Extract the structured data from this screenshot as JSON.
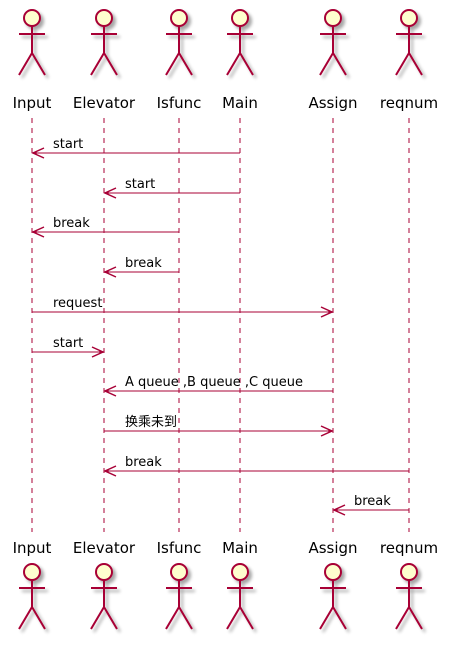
{
  "diagram": {
    "type": "sequence",
    "participants": [
      {
        "id": "input",
        "label": "Input"
      },
      {
        "id": "elevator",
        "label": "Elevator"
      },
      {
        "id": "isfunc",
        "label": "Isfunc"
      },
      {
        "id": "main",
        "label": "Main"
      },
      {
        "id": "assign",
        "label": "Assign"
      },
      {
        "id": "reqnum",
        "label": "reqnum"
      }
    ],
    "messages": [
      {
        "from": "main",
        "to": "input",
        "label": "start"
      },
      {
        "from": "main",
        "to": "elevator",
        "label": "start"
      },
      {
        "from": "isfunc",
        "to": "input",
        "label": "break"
      },
      {
        "from": "isfunc",
        "to": "elevator",
        "label": "break"
      },
      {
        "from": "input",
        "to": "assign",
        "label": "request"
      },
      {
        "from": "input",
        "to": "elevator",
        "label": "start"
      },
      {
        "from": "assign",
        "to": "elevator",
        "label": "A queue ,B queue ,C queue"
      },
      {
        "from": "elevator",
        "to": "assign",
        "label": "换乘未到"
      },
      {
        "from": "reqnum",
        "to": "elevator",
        "label": "break"
      },
      {
        "from": "reqnum",
        "to": "assign",
        "label": "break"
      }
    ]
  },
  "colors": {
    "actor_fill": "#FEFECE",
    "actor_stroke": "#A80036",
    "arrow": "#A80036",
    "lifeline": "#A80036"
  }
}
